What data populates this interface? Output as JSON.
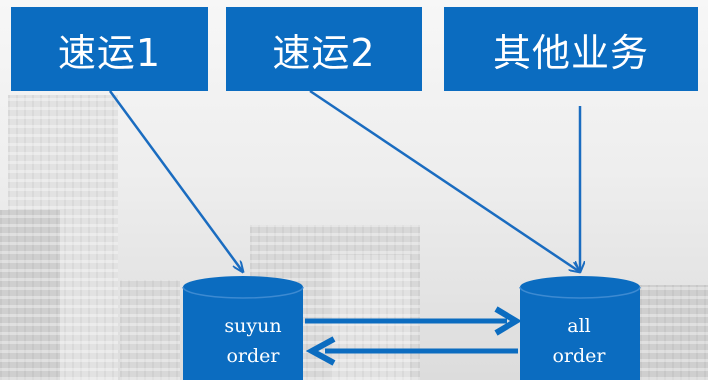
{
  "services": [
    {
      "label": "速运1"
    },
    {
      "label": "速运2"
    },
    {
      "label": "其他业务"
    }
  ],
  "databases": [
    {
      "label": "suyun\norder"
    },
    {
      "label": "all\norder"
    }
  ],
  "colors": {
    "box_fill": "#0b6cc0",
    "arrow": "#1a6cc0",
    "cylinder": "#0b6cc0",
    "text": "#ffffff"
  },
  "edges": [
    {
      "from": "速运1",
      "to": "suyun order"
    },
    {
      "from": "速运2",
      "to": "all order"
    },
    {
      "from": "其他业务",
      "to": "all order"
    },
    {
      "from": "suyun order",
      "to": "all order"
    },
    {
      "from": "all order",
      "to": "suyun order"
    }
  ]
}
